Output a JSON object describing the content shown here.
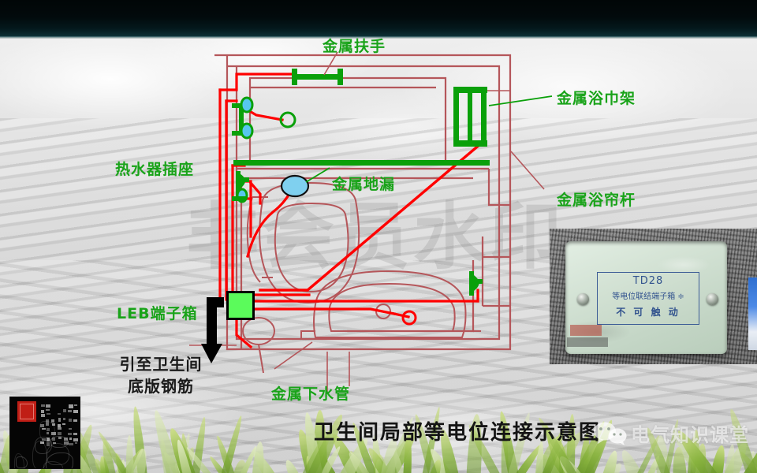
{
  "slide": {
    "title": "卫生间局部等电位连接示意图",
    "label_color": "#19a319",
    "wire_color": "#ff0000",
    "bond_color": "#00a000",
    "wall_color": "#b5565a",
    "watermark": "非会员水印"
  },
  "labels": {
    "handrail": "金属扶手",
    "towel_rack": "金属浴巾架",
    "water_heater_socket": "热水器插座",
    "floor_drain": "金属地漏",
    "shower_curtain_rod": "金属浴帘杆",
    "leb_box": "LEB端子箱",
    "drain_pipe": "金属下水管",
    "rebar_line1": "引至卫生间",
    "rebar_line2": "底版钢筋"
  },
  "photo_inset": {
    "code": "TD28",
    "line2": "等电位联结端子箱 ≑",
    "line3": "不 可 触 动"
  },
  "wechat": {
    "name": "电气知识课堂",
    "icon": "wechat-icon"
  },
  "artwork": {
    "name": "ink-painting-thumbnail",
    "seal": "red-seal"
  },
  "diagram": {
    "type": "equipotential-bonding-plan",
    "elements": [
      {
        "name": "bathroom-wall-outline",
        "kind": "wall"
      },
      {
        "name": "toilet-fixture",
        "kind": "fixture"
      },
      {
        "name": "bathtub-fixture",
        "kind": "fixture"
      },
      {
        "name": "washbasin-fixture",
        "kind": "fixture"
      },
      {
        "name": "metal-handrail",
        "kind": "bonded-metal"
      },
      {
        "name": "metal-towel-rack",
        "kind": "bonded-metal"
      },
      {
        "name": "metal-shower-curtain-rod",
        "kind": "bonded-metal"
      },
      {
        "name": "metal-floor-drain",
        "kind": "bonded-metal"
      },
      {
        "name": "water-heater-socket",
        "kind": "socket"
      },
      {
        "name": "leb-terminal-box",
        "kind": "terminal-box"
      },
      {
        "name": "bonding-conductor",
        "kind": "wire"
      },
      {
        "name": "down-arrow-to-rebar",
        "kind": "arrow"
      }
    ]
  }
}
